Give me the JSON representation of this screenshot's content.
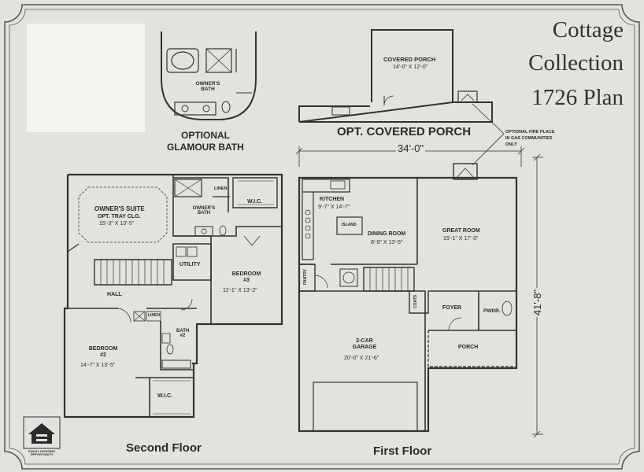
{
  "title": {
    "line1": "Cottage",
    "line2": "Collection",
    "line3": "1726 Plan"
  },
  "glamour_bath": {
    "room": "OWNER'S BATH",
    "caption_line1": "OPTIONAL",
    "caption_line2": "GLAMOUR BATH"
  },
  "porch_option": {
    "room": "COVERED PORCH",
    "size": "14'-0\" X 12'-0\"",
    "caption": "OPT. COVERED PORCH",
    "fireplace_note_line1": "OPTIONAL FIRE PLACE",
    "fireplace_note_line2": "IN GAS COMMUNITIES",
    "fireplace_note_line3": "ONLY"
  },
  "dimensions": {
    "width": "34'-0\"",
    "depth": "41'-8\""
  },
  "second_floor": {
    "label": "Second Floor",
    "rooms": {
      "owners_suite": "OWNER'S SUITE",
      "owners_suite_note": "OPT. TRAY CLG.",
      "owners_suite_size": "15'-3\" X 13'-5\"",
      "owners_bath": "OWNER'S BATH",
      "linen_top": "LINEN",
      "wic_top": "W.I.C.",
      "utility": "UTILITY",
      "bedroom3": "BEDROOM #3",
      "bedroom3_size": "11'-1\" X 13'-2\"",
      "hall": "HALL",
      "linen_hall": "LINEN",
      "bedroom2": "BEDROOM #2",
      "bedroom2_size": "14'-7\" X 13'-5\"",
      "bath2": "BATH #2",
      "wic_bottom": "W.I.C."
    }
  },
  "first_floor": {
    "label": "First Floor",
    "rooms": {
      "kitchen": "KITCHEN",
      "kitchen_size": "9'-7\" X 14'-7\"",
      "island": "ISLAND",
      "dining": "DINING ROOM",
      "dining_size": "8'-9\" X 13'-5\"",
      "great_room": "GREAT ROOM",
      "great_room_size": "15'-1\" X 17'-3\"",
      "pantry": "PANTRY",
      "coats": "COATS",
      "foyer": "FOYER",
      "powder": "PWDR.",
      "porch": "PORCH",
      "garage": "2-CAR GARAGE",
      "garage_size": "20'-0\" X 21'-6\""
    }
  },
  "logo": {
    "text": "EQUAL HOUSING OPPORTUNITY"
  }
}
